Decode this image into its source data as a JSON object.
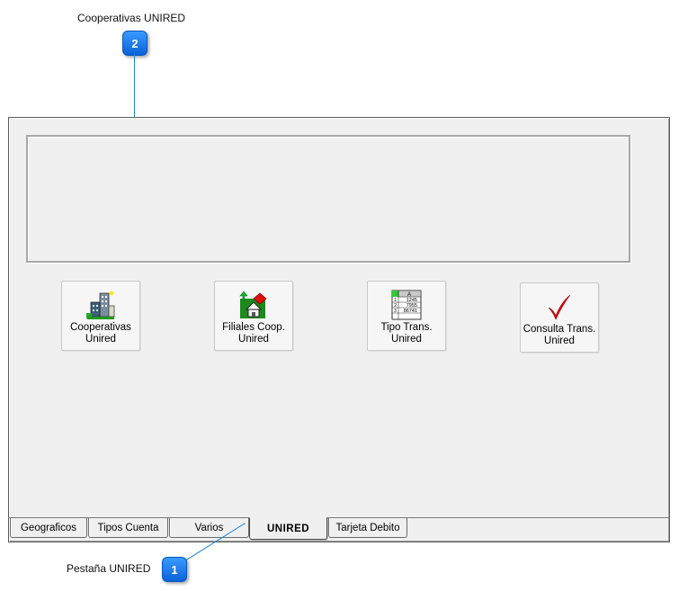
{
  "callouts": [
    {
      "number": "2",
      "label": "Cooperativas UNIRED"
    },
    {
      "number": "1",
      "label": "Pestaña UNIRED"
    }
  ],
  "buttons": [
    {
      "label": "Cooperativas\nUnired",
      "icon": "buildings-icon"
    },
    {
      "label": "Filiales Coop.\nUnired",
      "icon": "house-upload-icon"
    },
    {
      "label": "Tipo Trans.\nUnired",
      "icon": "spreadsheet-icon"
    },
    {
      "label": "Consulta Trans.\nUnired",
      "icon": "red-checkmark-icon"
    }
  ],
  "tabs": [
    {
      "label": "Geograficos"
    },
    {
      "label": "Tipos Cuenta"
    },
    {
      "label": "Varios"
    },
    {
      "label": "UNIRED",
      "active": true
    },
    {
      "label": "Tarjeta Debito"
    }
  ],
  "colors": {
    "callout_blue": "#1e88d8",
    "panel": "#f0f0f0",
    "checkmark": "#e00000"
  }
}
